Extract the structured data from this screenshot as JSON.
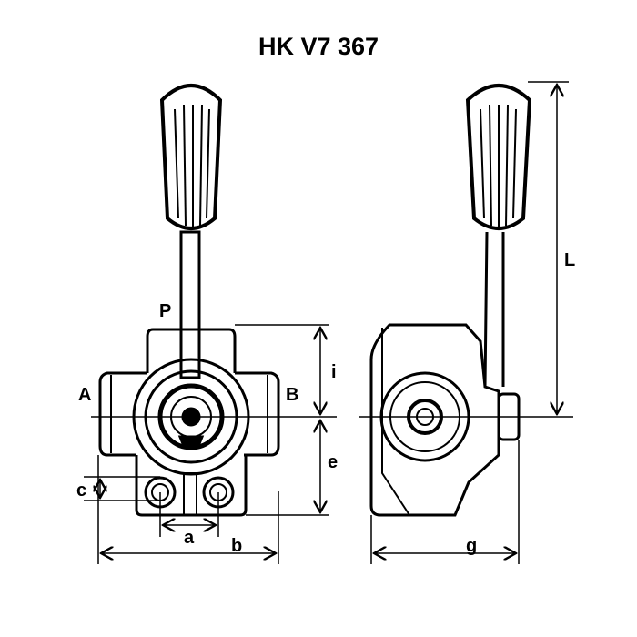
{
  "title": "HK V7 367",
  "ports": {
    "p": "P",
    "a": "A",
    "b": "B"
  },
  "dimensions": {
    "i": "i",
    "e": "e",
    "c": "c",
    "a": "a",
    "b": "b",
    "L": "L",
    "g": "g"
  },
  "colors": {
    "ink": "#000000",
    "background": "#ffffff"
  }
}
